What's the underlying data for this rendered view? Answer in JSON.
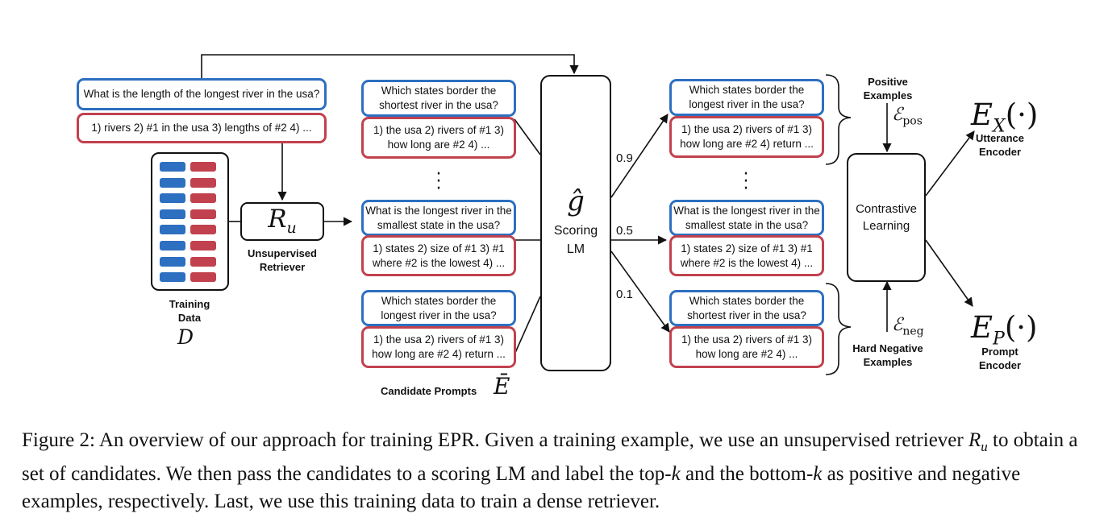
{
  "top_query": "What is the length of the longest river in the usa?",
  "top_decomp": "1) rivers 2) #1 in the usa 3) lengths of #2 4) ...",
  "training_data": {
    "label": "Training Data",
    "symbol": "D"
  },
  "retriever": {
    "symbol": "R",
    "subscript": "u",
    "label": "Unsupervised Retriever"
  },
  "candidates": [
    {
      "question": "Which states border the shortest river in the usa?",
      "decomposition": "1) the usa 2) rivers of #1 3) how long are #2 4) ..."
    },
    {
      "question": "What is the longest river in the smallest state in the usa?",
      "decomposition": "1) states 2) size of #1 3) #1 where #2 is the lowest 4) ..."
    },
    {
      "question": "Which states border the longest river in the usa?",
      "decomposition": "1) the usa 2) rivers of #1 3) how long are #2 4) return ..."
    }
  ],
  "candidate_label": "Candidate Prompts",
  "candidate_symbol": "Ē",
  "scoring_lm": {
    "symbol": "ĝ",
    "label": "Scoring LM"
  },
  "scores": [
    "0.9",
    "0.5",
    "0.1"
  ],
  "ranked": [
    {
      "question": "Which states border the longest river in the usa?",
      "decomposition": "1) the usa 2) rivers of #1 3) how long are #2 4) return ..."
    },
    {
      "question": "What is the longest river in the smallest state in the usa?",
      "decomposition": "1) states 2) size of #1 3) #1 where #2 is the lowest 4) ..."
    },
    {
      "question": "Which states border the shortest river in the usa?",
      "decomposition": "1) the usa 2) rivers of #1 3) how long are #2 4) ..."
    }
  ],
  "positive_label": "Positive Examples",
  "positive_symbol": "ℰ",
  "positive_sub": "pos",
  "negative_label": "Hard Negative Examples",
  "negative_symbol": "ℰ",
  "negative_sub": "neg",
  "contrastive": "Contrastive Learning",
  "utterance_encoder": {
    "symbol": "E",
    "subscript": "X",
    "args": "(·)",
    "label": "Utterance Encoder"
  },
  "prompt_encoder": {
    "symbol": "E",
    "subscript": "P",
    "args": "(·)",
    "label": "Prompt Encoder"
  },
  "caption": {
    "p1": "Figure 2: An overview of our approach for training EPR. Given a training example, we use an unsupervised retriever ",
    "m1": "R",
    "m1_sub": "u",
    "p2": " to obtain a set of candidates. We then pass the candidates to a scoring LM and label the top-",
    "m2": "k",
    "p3": " and the bottom-",
    "m3": "k",
    "p4": " as positive and negative examples, respectively. Last, we use this training data to train a dense retriever."
  },
  "colors": {
    "blue": "#2d6fc0",
    "red": "#c1414e",
    "black": "#111111"
  }
}
